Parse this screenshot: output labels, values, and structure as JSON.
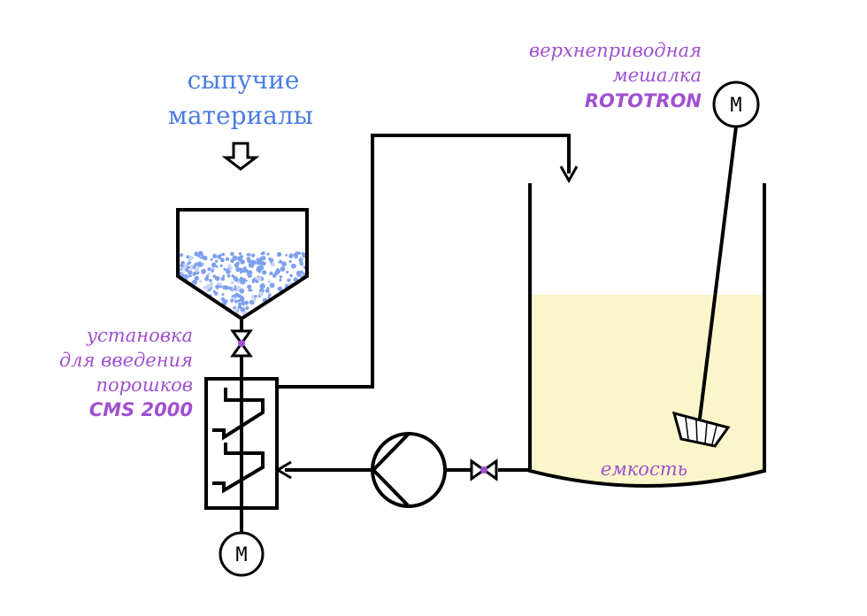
{
  "labels": {
    "bulk_line1": "сыпучие",
    "bulk_line2": "материалы",
    "mixer_line1": "верхнеприводная",
    "mixer_line2": "мешалка",
    "mixer_brand": "ROTOTRON",
    "unit_line1": "установка",
    "unit_line2": "для введения",
    "unit_line3": "порошков",
    "unit_brand": "CMS 2000",
    "tank": "емкость",
    "motor_top": "M",
    "motor_bottom": "M"
  },
  "colors": {
    "label_blue": "#4a7de0",
    "label_purple": "#a050d0",
    "liquid": "#fbf6c9",
    "powder": "#7ea0ee",
    "valve": "#a050d0"
  }
}
